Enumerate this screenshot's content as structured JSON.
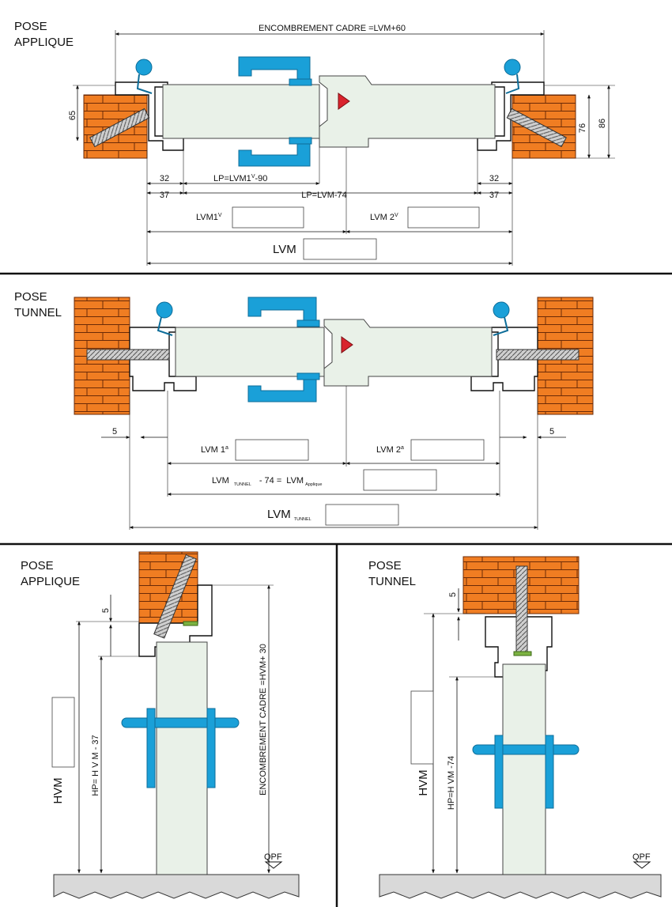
{
  "sections": {
    "top_applique": {
      "title_line1": "POSE",
      "title_line2": "APPLIQUE",
      "encombrement": "ENCOMBREMENT CADRE =LVM+60",
      "dim_65": "65",
      "dim_76": "76",
      "dim_86": "86",
      "dim_32_left": "32",
      "dim_37_left": "37",
      "dim_32_right": "32",
      "dim_37_right": "37",
      "lp1": "LP=LVM1",
      "lp1_sup": "V",
      "lp1_tail": "-90",
      "lp2": "LP=LVM-74",
      "lvm1": "LVM1",
      "lvm1_sup": "V",
      "lvm2": "LVM 2",
      "lvm2_sup": "V",
      "lvm": "LVM"
    },
    "top_tunnel": {
      "title_line1": "POSE",
      "title_line2": "TUNNEL",
      "dim_5_left": "5",
      "dim_5_right": "5",
      "lvm1": "LVM 1",
      "lvm1_sup": "a",
      "lvm2": "LVM 2",
      "lvm2_sup": "a",
      "formula_a": "LVM",
      "formula_sub": "TUNNEL",
      "formula_b": "- 74 =",
      "formula_c": "LVM",
      "formula_sub2": "Applique",
      "lvm_tunnel": "LVM",
      "lvm_tunnel_sub": "TUNNEL"
    },
    "bottom_applique": {
      "title_line1": "POSE",
      "title_line2": "APPLIQUE",
      "dim_5": "5",
      "encombrement": "ENCOMBREMENT CADRE =HVM+  30",
      "hp": "HP=  H V M  - 37",
      "hvm": "HVM",
      "qpf": "QPF"
    },
    "bottom_tunnel": {
      "title_line1": "POSE",
      "title_line2": "TUNNEL",
      "dim_5": "5",
      "hp": "HP=H  VM -74",
      "hvm": "HVM",
      "qpf": "QPF"
    }
  },
  "colors": {
    "brick": "#f07d22",
    "mortar": "#6b2a07",
    "handle": "#1aa0d8",
    "seal_red": "#d9232d",
    "glass": "#e9f1e8"
  }
}
